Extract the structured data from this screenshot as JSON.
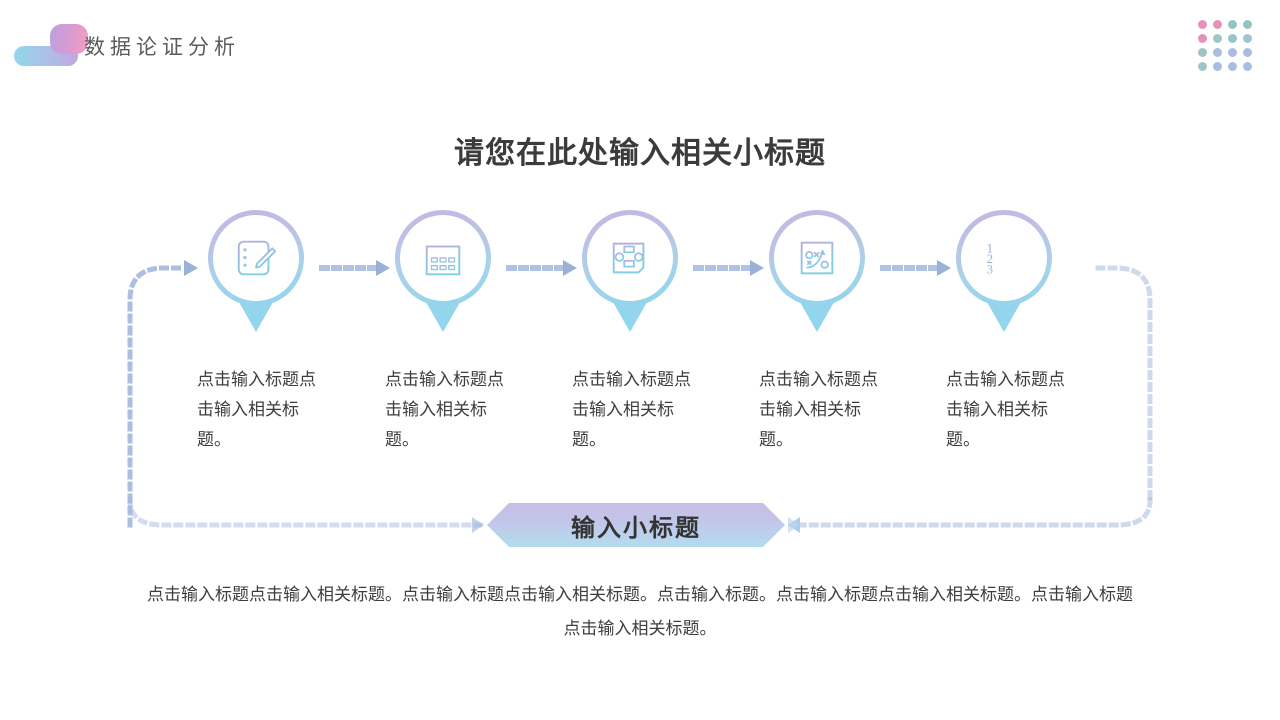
{
  "header": {
    "logo_text": "数据论证分析",
    "logo_icon": "brand-ribbon-logo",
    "dot_grid_icon": "dot-grid-decoration",
    "dot_colors": [
      "#d96fa3",
      "#d96fa3",
      "#6fb3a8",
      "#6fb3a8",
      "#d96fa3",
      "#7fb5ae",
      "#78aeba",
      "#7fb0c8",
      "#7fb2ae",
      "#8aa9cf",
      "#8fa5d8",
      "#8fa5d8",
      "#7fb2b4",
      "#8fa5d8",
      "#8fa5d8",
      "#8fa5d8"
    ]
  },
  "title": "请您在此处输入相关小标题",
  "steps": [
    {
      "icon": "checklist-pencil-icon",
      "caption": "点击输入标题点击输入相关标题。"
    },
    {
      "icon": "calendar-icon",
      "caption": "点击输入标题点击输入相关标题。"
    },
    {
      "icon": "flowchart-document-icon",
      "caption": "点击输入标题点击输入相关标题。"
    },
    {
      "icon": "strategy-board-icon",
      "caption": "点击输入标题点击输入相关标题。"
    },
    {
      "icon": "numbered-list-icon",
      "caption": "点击输入标题点击输入相关标题。"
    }
  ],
  "banner": {
    "label": "输入小标题"
  },
  "paragraph": "点击输入标题点击输入相关标题。点击输入标题点击输入相关标题。点击输入标题。点击输入标题点击输入相关标题。点击输入标题点击输入相关标题。",
  "colors": {
    "pin_top": "#c3b6e2",
    "pin_bottom": "#8fd4ec",
    "tail": "#92d5ed",
    "dotted_path": "#9fb4db",
    "banner_top": "#c9bce6",
    "banner_bottom": "#b3dcef",
    "text": "#3d3d3d",
    "title": "#3b3b3b"
  }
}
